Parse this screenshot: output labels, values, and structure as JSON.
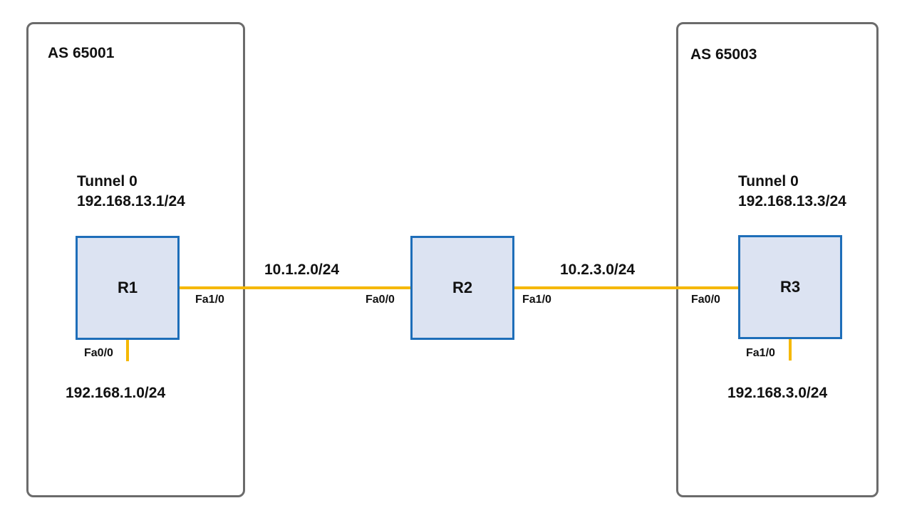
{
  "as_left": {
    "label": "AS 65001"
  },
  "as_right": {
    "label": "AS 65003"
  },
  "routers": {
    "r1": {
      "label": "R1"
    },
    "r2": {
      "label": "R2"
    },
    "r3": {
      "label": "R3"
    }
  },
  "tunnels": {
    "r1": {
      "name": "Tunnel 0",
      "address": "192.168.13.1/24"
    },
    "r3": {
      "name": "Tunnel 0",
      "address": "192.168.13.3/24"
    }
  },
  "interfaces": {
    "r1_fa10": "Fa1/0",
    "r1_fa00": "Fa0/0",
    "r2_fa00": "Fa0/0",
    "r2_fa10": "Fa1/0",
    "r3_fa00": "Fa0/0",
    "r3_fa10": "Fa1/0"
  },
  "networks": {
    "r1_r2": "10.1.2.0/24",
    "r2_r3": "10.2.3.0/24",
    "lan_r1": "192.168.1.0/24",
    "lan_r3": "192.168.3.0/24"
  },
  "colors": {
    "as_border": "#6b6b6b",
    "router_border": "#1e6eb9",
    "router_fill": "#dce3f2",
    "link": "#f5b800"
  }
}
